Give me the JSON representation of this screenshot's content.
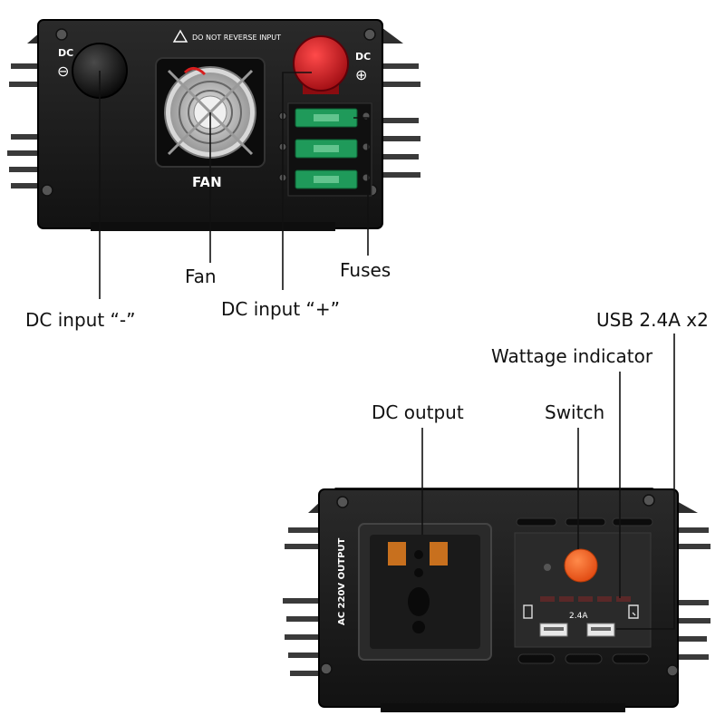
{
  "callouts": {
    "fan": "Fan",
    "fuses": "Fuses",
    "dc_input_neg": "DC input “-”",
    "dc_input_pos": "DC input “+”",
    "usb": "USB 2.4A x2",
    "wattage": "Wattage indicator",
    "dc_output": "DC output",
    "switch": "Switch"
  },
  "front_panel": {
    "warning": "DO NOT REVERSE INPUT",
    "dc_neg_label": "DC",
    "dc_pos_label": "DC",
    "minus_symbol": "⊖",
    "plus_symbol": "⊕",
    "fan_label": "FAN"
  },
  "back_panel": {
    "ac_label": "AC 220V OUTPUT",
    "usb_rating": "2.4A"
  },
  "colors": {
    "body": "#1c1c1c",
    "knob_red": "#c8161d",
    "fuse_green": "#1f9a5a",
    "switch_orange": "#f05a1e",
    "leader": "#111111"
  }
}
